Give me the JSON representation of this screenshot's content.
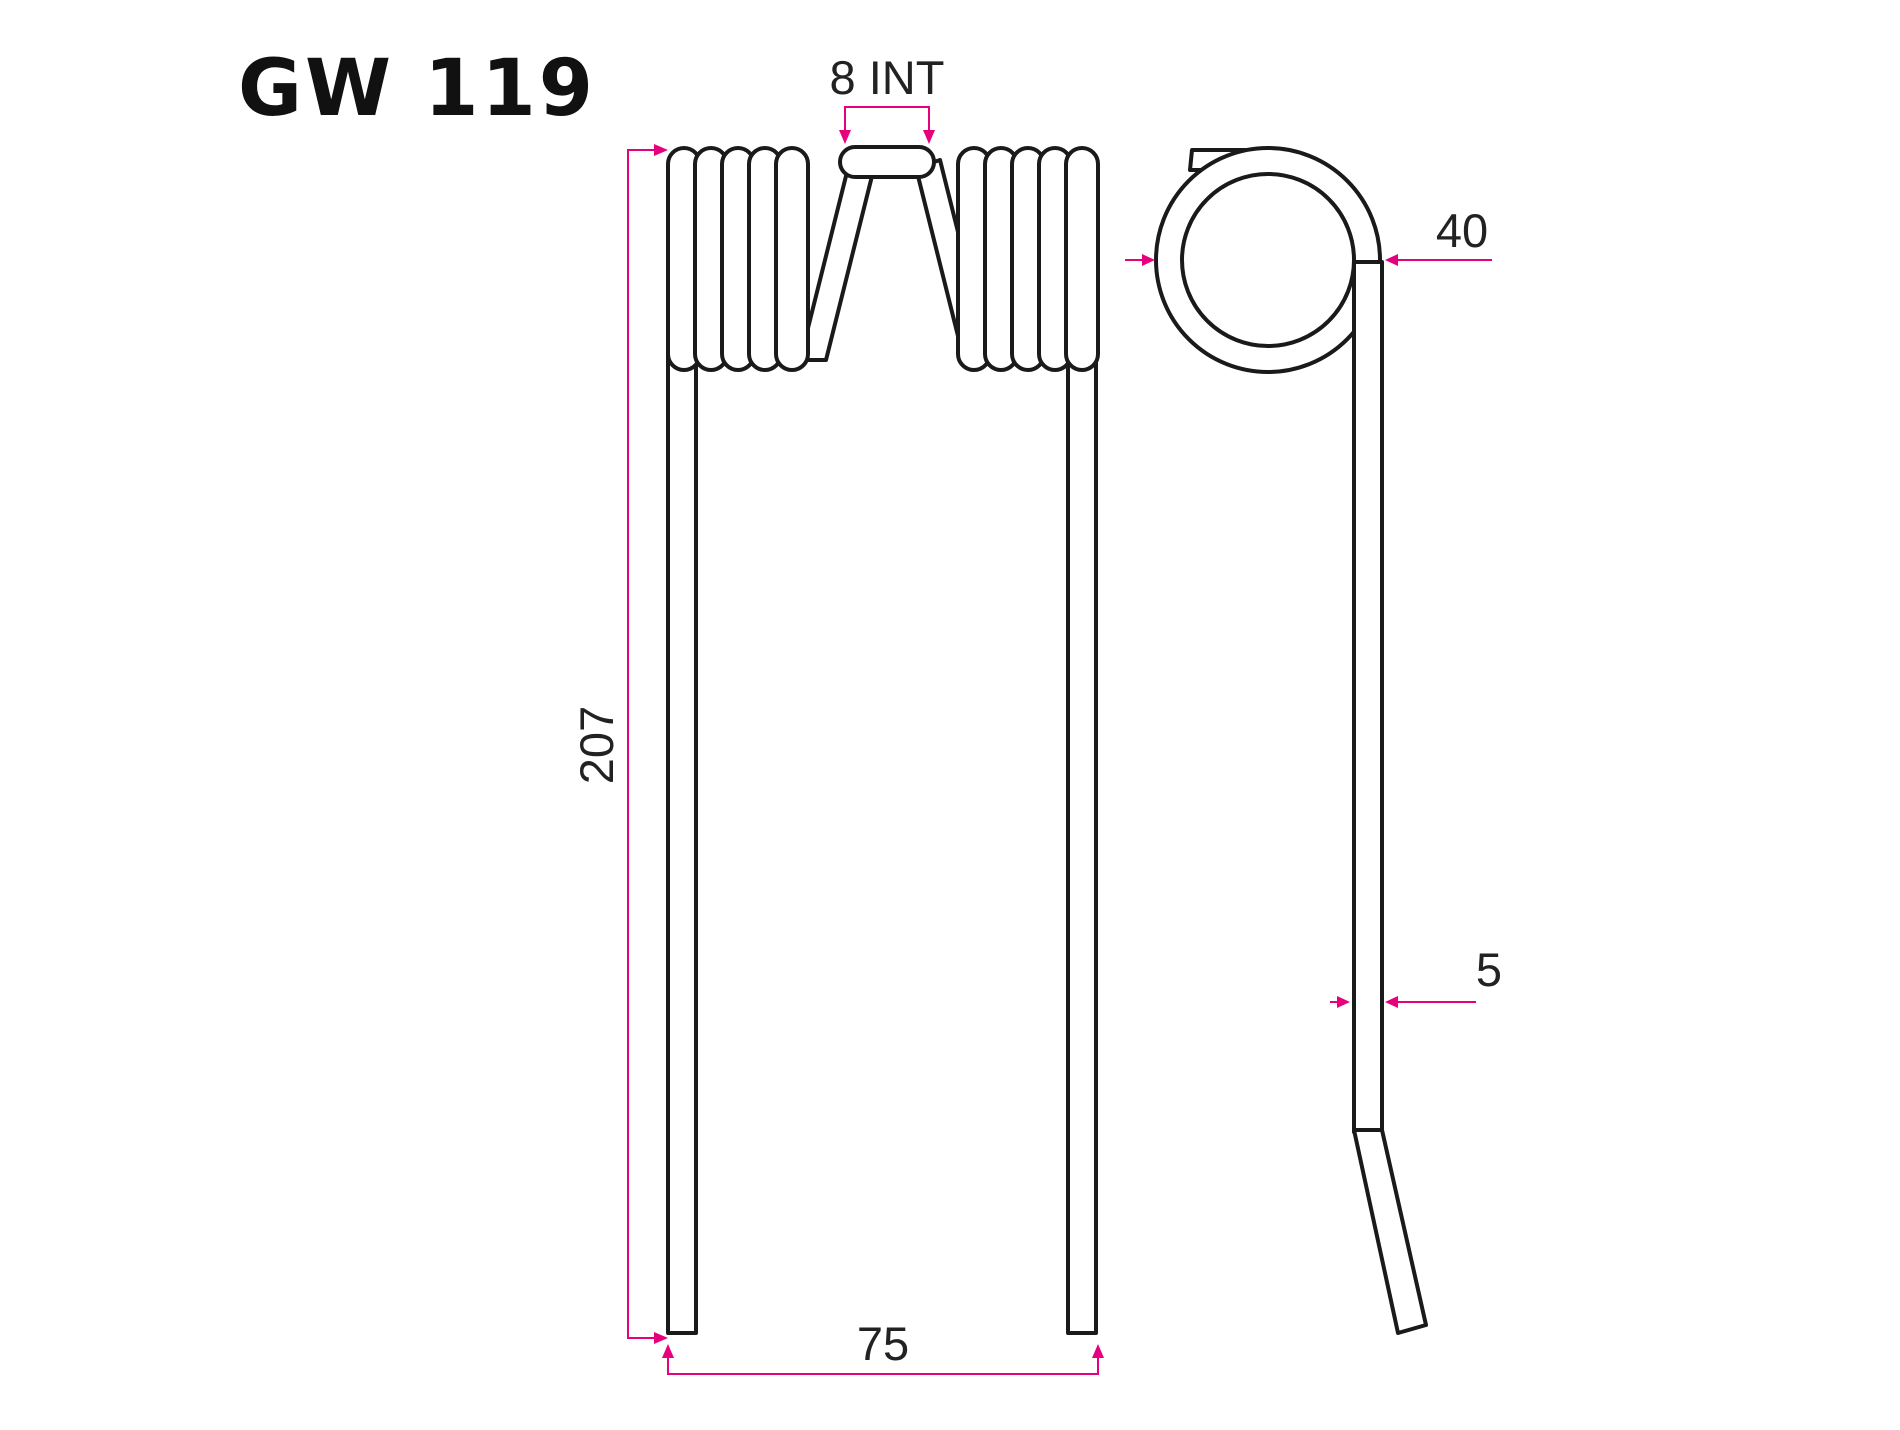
{
  "title": "GW 119",
  "colors": {
    "dimension": "#e6007e",
    "outline": "#1a1a1a"
  },
  "dimensions": {
    "coil_inner": "8 INT",
    "coil_diameter": "40",
    "height": "207",
    "width": "75",
    "wire_diameter": "5"
  }
}
